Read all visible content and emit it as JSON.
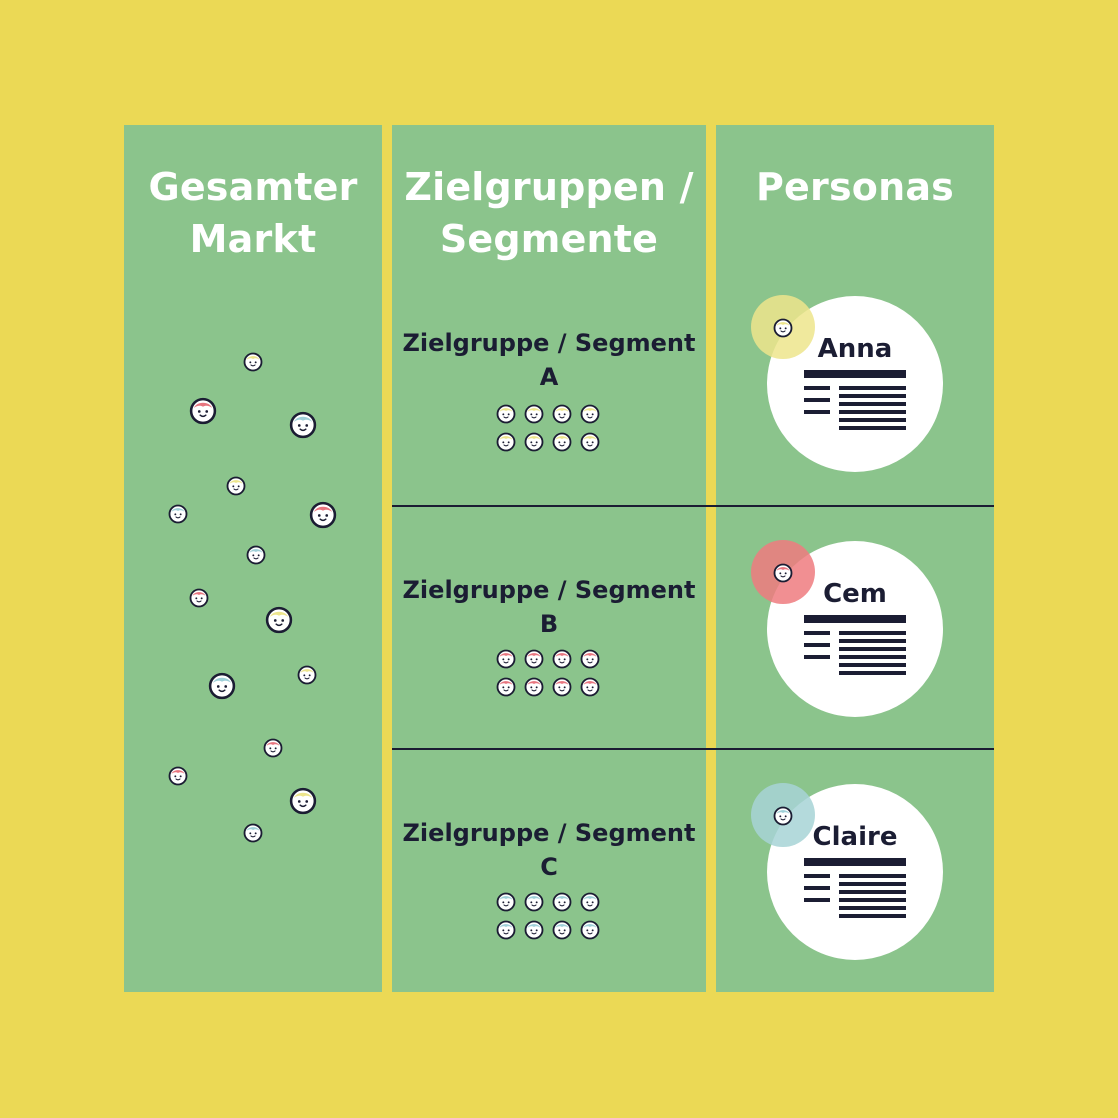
{
  "columns": {
    "markt": {
      "line1": "Gesamter",
      "line2": "Markt"
    },
    "ziel": {
      "line1": "Zielgruppen /",
      "line2": "Segmente"
    },
    "pers": {
      "line1": "Personas"
    }
  },
  "segments": [
    {
      "label": "Zielgruppe / Segment",
      "letter": "A",
      "hair": "#ede58c"
    },
    {
      "label": "Zielgruppe / Segment",
      "letter": "B",
      "hair": "#e8757f"
    },
    {
      "label": "Zielgruppe / Segment",
      "letter": "C",
      "hair": "#9fd0d8"
    }
  ],
  "personas": [
    {
      "name": "Anna",
      "badge": "#ede58c"
    },
    {
      "name": "Cem",
      "badge": "#ee7b7f"
    },
    {
      "name": "Claire",
      "badge": "#a7d4d6"
    }
  ],
  "colors": {
    "background": "#ebd955",
    "panel": "#8bc48c",
    "ink": "#1b1d33",
    "white": "#ffffff"
  },
  "icons": {
    "face": "face-icon",
    "document": "profile-document-icon"
  }
}
